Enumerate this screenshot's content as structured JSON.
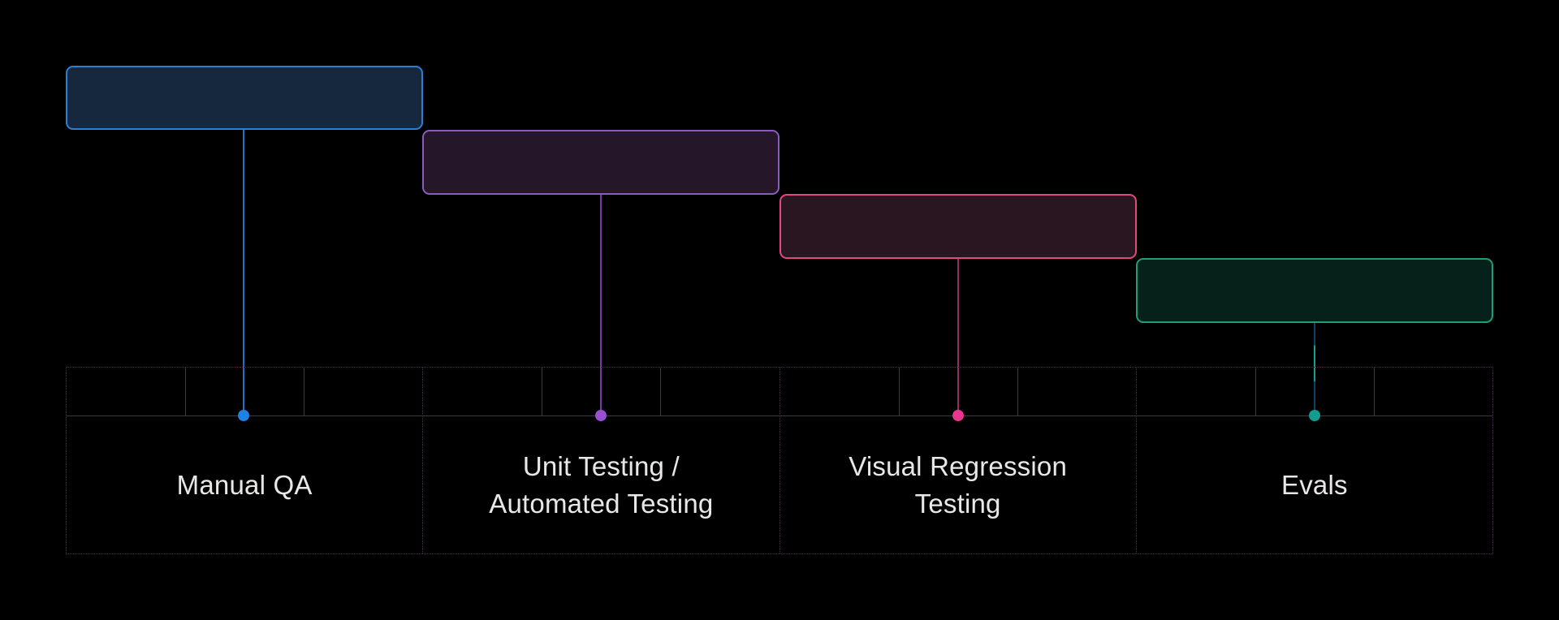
{
  "canvas": {
    "background": "#000000"
  },
  "diagram": {
    "grid": {
      "solid_line_color": "#3b3b3b",
      "dotted_line_color": "#443247",
      "text_color": "#eae7e7"
    },
    "sections": [
      {
        "label": "Manual QA",
        "border_color": "#2d7fd2",
        "fill_color": "#16283d",
        "stem_background": "#1a72c2",
        "dot_color": "#1d82e2"
      },
      {
        "label": "Unit Testing /\nAutomated Testing",
        "border_color": "#8a5bbe",
        "fill_color": "#251729",
        "stem_background": "#7b3aa4",
        "dot_color": "#9a4fd0"
      },
      {
        "label": "Visual Regression\nTesting",
        "border_color": "#e44680",
        "fill_color": "#291621",
        "stem_background": "#962e66",
        "dot_color": "#e9358b"
      },
      {
        "label": "Evals",
        "border_color": "#1d9f78",
        "fill_color": "#05211a",
        "stem_background": "linear-gradient(180deg, #123f66 0%, #123f66 24%, #12a08e 24%, #12a08e 63%, #123f66 63%, #123f66 100%)",
        "dot_color": "#149d8f"
      }
    ]
  }
}
